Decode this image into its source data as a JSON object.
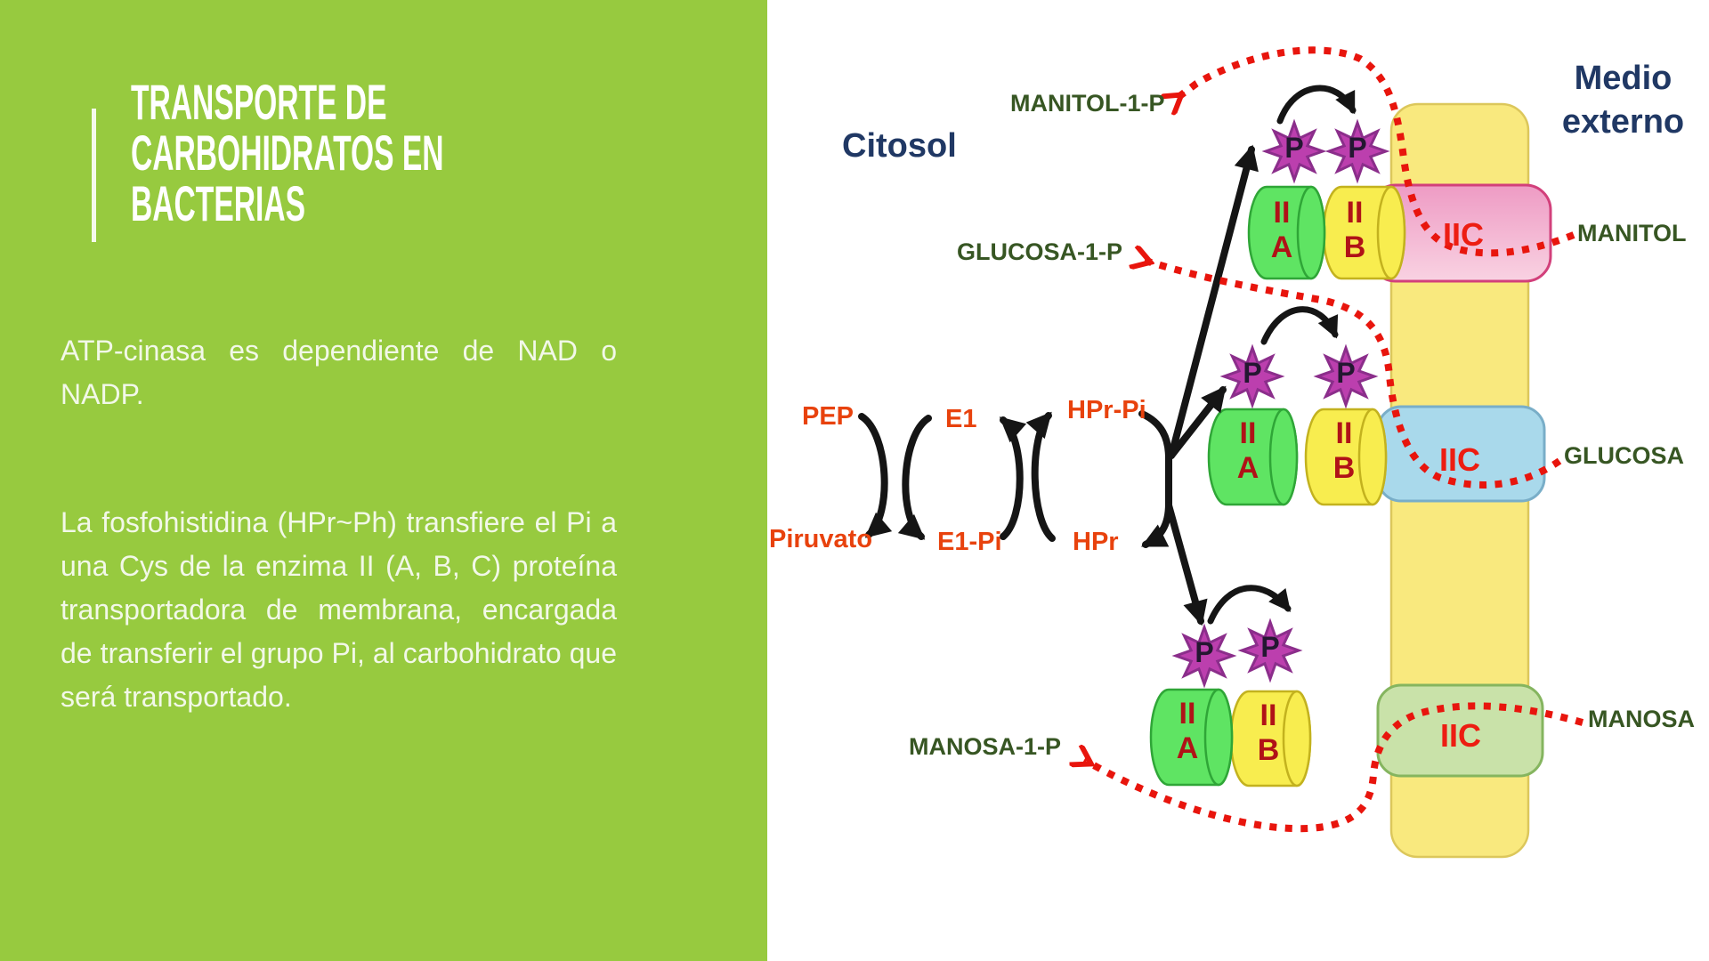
{
  "left_panel": {
    "title": "TRANSPORTE DE CARBOHIDRATOS EN BACTERIAS",
    "paragraph1": "ATP-cinasa es dependiente de NAD o NADP.",
    "paragraph2": "La fosfohistidina (HPr~Ph) transfiere el Pi a una Cys de la enzima II (A, B, C) proteína transportadora de membrana, encargada de transferir el grupo Pi, al carbohidrato que será transportado."
  },
  "diagram": {
    "regions": {
      "cytosol": "Citosol",
      "external": "Medio externo"
    },
    "cycle": {
      "pep": "PEP",
      "pyruvate": "Piruvato",
      "e1": "E1",
      "e1_pi": "E1-Pi",
      "hpr_pi": "HPr-Pi",
      "hpr": "HPr"
    },
    "phosphate": "P",
    "rows": [
      {
        "name": "manitol",
        "product": "MANITOL-1-P",
        "sugar": "MANITOL",
        "iia_line1": "II",
        "iia_line2": "A",
        "iib_line1": "II",
        "iib_line2": "B",
        "iic": "IIC"
      },
      {
        "name": "glucosa",
        "product": "GLUCOSA-1-P",
        "sugar": "GLUCOSA",
        "iia_line1": "II",
        "iia_line2": "A",
        "iib_line1": "II",
        "iib_line2": "B",
        "iic": "IIC"
      },
      {
        "name": "manosa",
        "product": "MANOSA-1-P",
        "sugar": "MANOSA",
        "iia_line1": "II",
        "iia_line2": "A",
        "iib_line1": "II",
        "iib_line2": "B",
        "iic": "IIC"
      }
    ]
  },
  "colors": {
    "panel_green": "#97CA3F",
    "title_white": "#FFFFFF",
    "body_text": "#F2F8E8",
    "navy_label": "#203864",
    "dark_green_label": "#375623",
    "orange_red_label": "#E8420D",
    "enzyme_letter_red": "#B01217",
    "iic_red": "#ED1D12",
    "membrane_fill": "#F9E97E",
    "membrane_border": "#DCC75B",
    "cyl_green_fill": "#5FE463",
    "cyl_green_border": "#2FA637",
    "cyl_yellow_fill": "#F8ED4F",
    "cyl_yellow_border": "#C3B21E",
    "iic_pink_fill": "#F3B4D1",
    "iic_pink_border": "#D2407B",
    "iic_blue_fill": "#A9D9EB",
    "iic_blue_border": "#79AEC8",
    "iic_lightgreen_fill": "#C9E2A9",
    "iic_lightgreen_border": "#85B55F",
    "star_fill": "#BC3FAE",
    "star_border": "#8B2E8B",
    "arrow_black": "#151515",
    "arrow_red_dotted": "#E8150D"
  }
}
